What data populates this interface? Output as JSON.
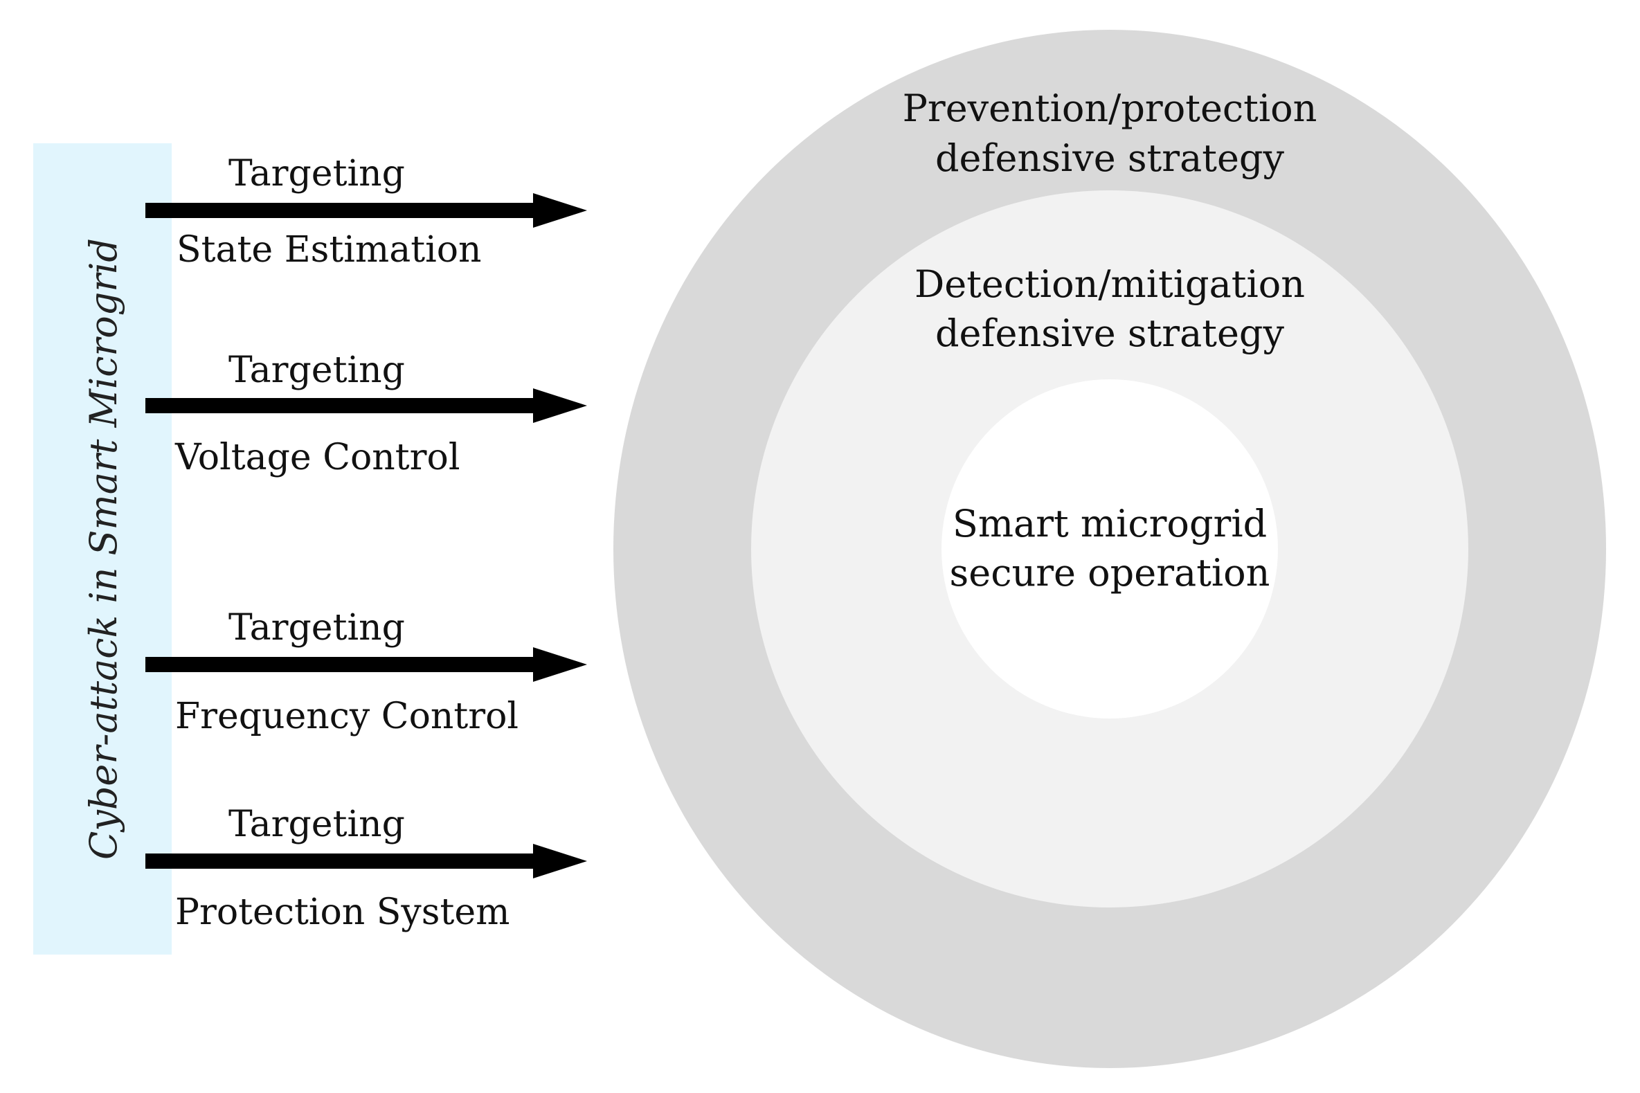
{
  "side_label": "Cyber-attack in Smart Microgrid",
  "attacks": [
    {
      "top": "Targeting",
      "bottom": "State Estimation"
    },
    {
      "top": "Targeting",
      "bottom": "Voltage Control"
    },
    {
      "top": "Targeting",
      "bottom": "Frequency Control"
    },
    {
      "top": "Targeting",
      "bottom": "Protection System"
    }
  ],
  "rings": {
    "outer": {
      "line1": "Prevention/protection",
      "line2": "defensive strategy"
    },
    "middle": {
      "line1": "Detection/mitigation",
      "line2": "defensive strategy"
    },
    "inner": {
      "line1": "Smart microgrid",
      "line2": "secure operation"
    }
  },
  "colors": {
    "side_band": "#e1f5fd",
    "outer_ring": "#d9d9d9",
    "middle_ring": "#f2f2f2",
    "inner_circle": "#ffffff",
    "arrow": "#000000"
  }
}
